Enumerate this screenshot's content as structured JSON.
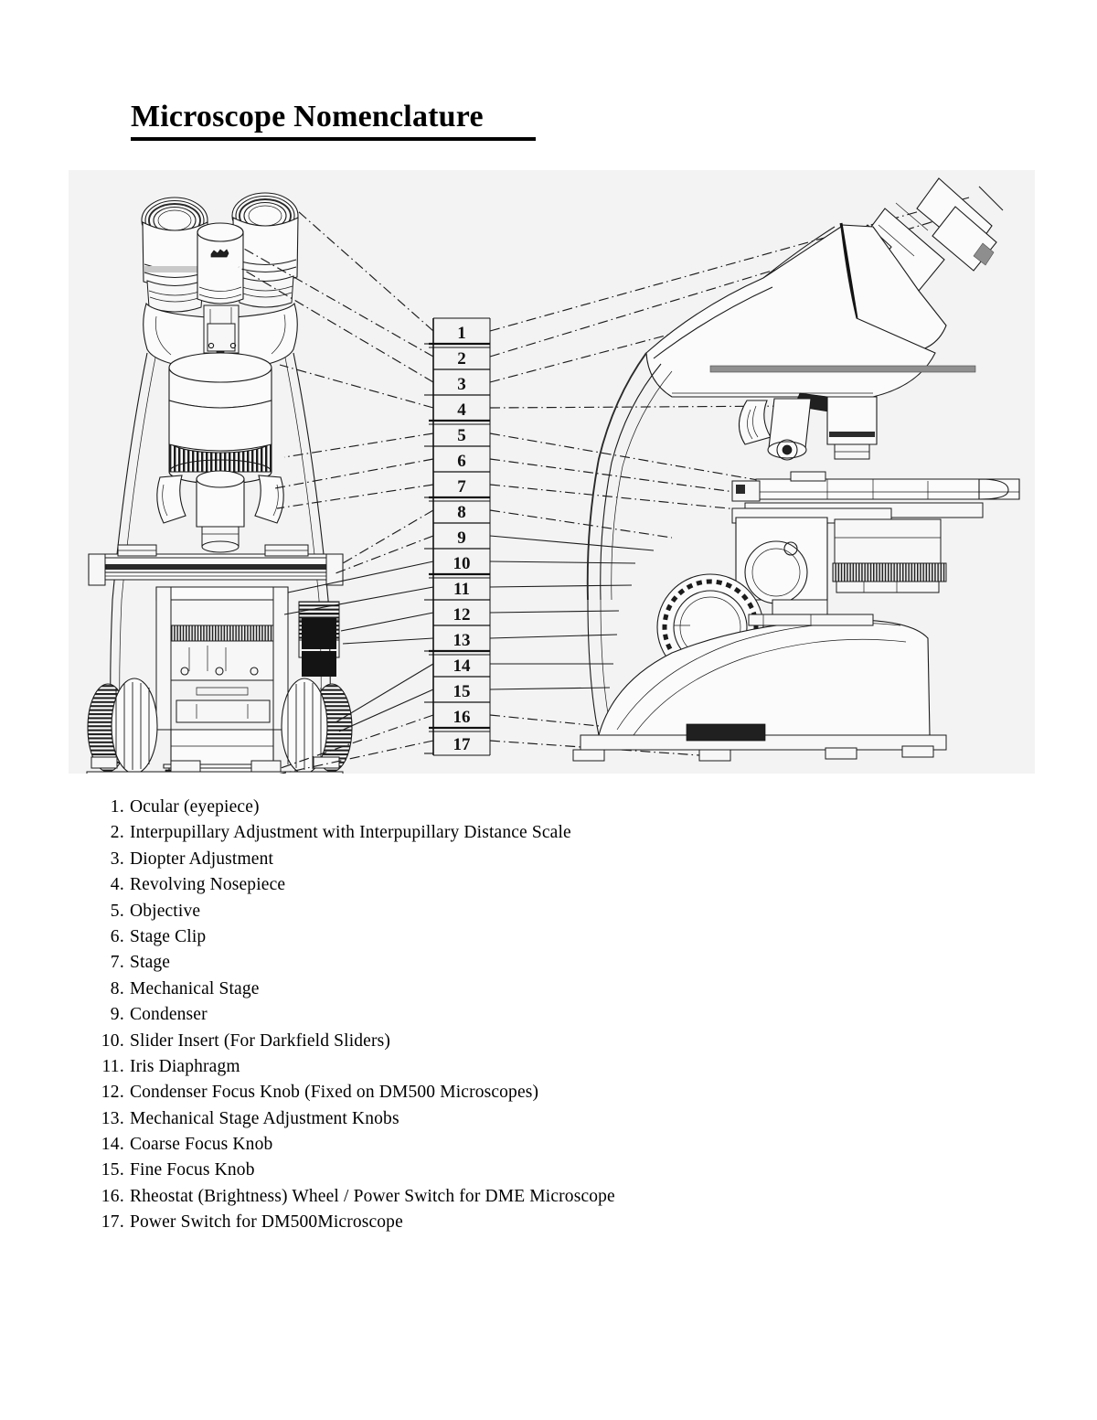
{
  "document": {
    "title": "Microscope Nomenclature",
    "page_background": "#ffffff",
    "figure_background": "#f3f3f3",
    "ink_color": "#1a1a1a"
  },
  "figure": {
    "caption_alt": "Technical line drawing of a Leica DME / DM500 compound microscope shown in front view (left) and right side view, with a central numbered callout table 1-17 and dash-dot leader lines.",
    "callout_numbers": [
      "1",
      "2",
      "3",
      "4",
      "5",
      "6",
      "7",
      "8",
      "9",
      "10",
      "11",
      "12",
      "13",
      "14",
      "15",
      "16",
      "17"
    ],
    "views": [
      {
        "name": "front-view-microscope",
        "position": "left"
      },
      {
        "name": "side-view-microscope",
        "position": "right"
      }
    ]
  },
  "parts_list": [
    {
      "number": "1.",
      "label": "Ocular (eyepiece)"
    },
    {
      "number": "2.",
      "label": "Interpupillary Adjustment with Interpupillary Distance Scale"
    },
    {
      "number": "3.",
      "label": "Diopter Adjustment"
    },
    {
      "number": "4.",
      "label": "Revolving Nosepiece"
    },
    {
      "number": "5.",
      "label": "Objective"
    },
    {
      "number": "6.",
      "label": "Stage Clip"
    },
    {
      "number": "7.",
      "label": "Stage"
    },
    {
      "number": "8.",
      "label": "Mechanical Stage"
    },
    {
      "number": "9.",
      "label": "Condenser"
    },
    {
      "number": "10.",
      "label": "Slider Insert (For Darkfield Sliders)"
    },
    {
      "number": "11.",
      "label": "Iris Diaphragm"
    },
    {
      "number": "12.",
      "label": "Condenser Focus Knob (Fixed on DM500 Microscopes)"
    },
    {
      "number": "13.",
      "label": "Mechanical Stage Adjustment Knobs"
    },
    {
      "number": "14.",
      "label": "Coarse Focus Knob"
    },
    {
      "number": "15.",
      "label": "Fine Focus Knob"
    },
    {
      "number": "16.",
      "label": "Rheostat (Brightness) Wheel / Power Switch for DME Microscope"
    },
    {
      "number": "17.",
      "label": "Power Switch for DM500Microscope"
    }
  ]
}
